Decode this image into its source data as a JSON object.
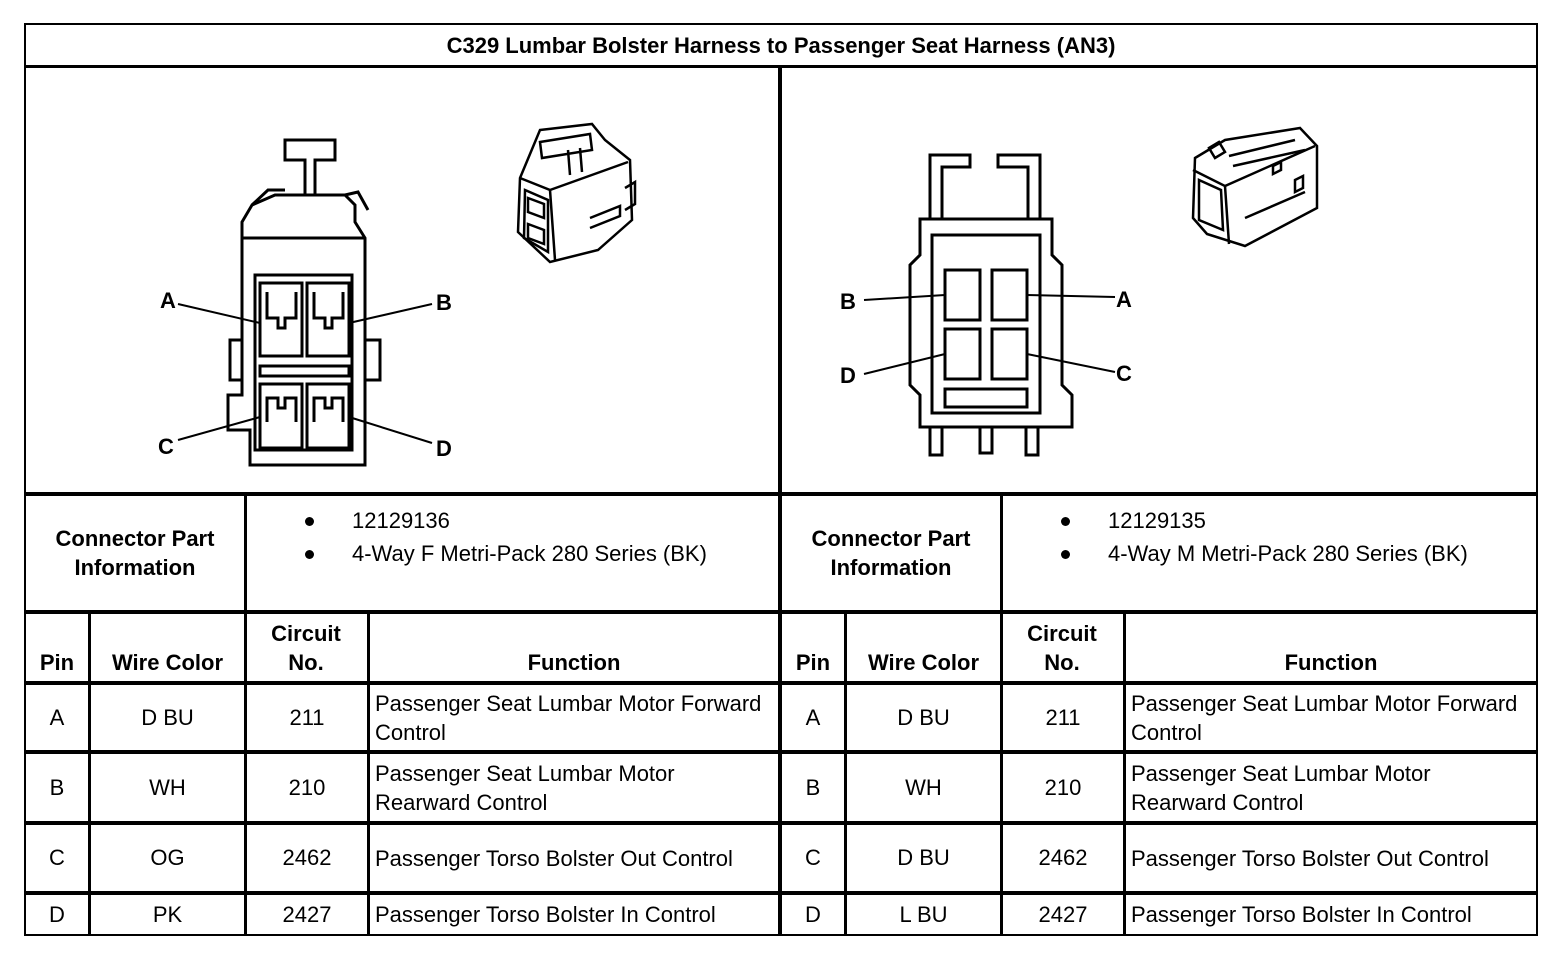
{
  "title": "C329 Lumbar Bolster Harness to Passenger Seat Harness (AN3)",
  "left_connector": {
    "pin_labels": [
      "A",
      "B",
      "C",
      "D"
    ],
    "info_label": "Connector Part Information",
    "info_items": [
      "12129136",
      "4-Way F Metri-Pack 280 Series (BK)"
    ],
    "headers": {
      "pin": "Pin",
      "wire_color": "Wire Color",
      "circuit": "Circuit No.",
      "function": "Function"
    },
    "rows": [
      {
        "pin": "A",
        "wire": "D BU",
        "circuit": "211",
        "function": "Passenger Seat Lumbar Motor Forward Control"
      },
      {
        "pin": "B",
        "wire": "WH",
        "circuit": "210",
        "function": "Passenger Seat Lumbar Motor Rearward Control"
      },
      {
        "pin": "C",
        "wire": "OG",
        "circuit": "2462",
        "function": "Passenger Torso Bolster Out Control"
      },
      {
        "pin": "D",
        "wire": "PK",
        "circuit": "2427",
        "function": "Passenger Torso Bolster In Control"
      }
    ]
  },
  "right_connector": {
    "pin_labels": [
      "A",
      "B",
      "C",
      "D"
    ],
    "info_label": "Connector Part Information",
    "info_items": [
      "12129135",
      "4-Way M Metri-Pack 280 Series (BK)"
    ],
    "headers": {
      "pin": "Pin",
      "wire_color": "Wire Color",
      "circuit": "Circuit No.",
      "function": "Function"
    },
    "rows": [
      {
        "pin": "A",
        "wire": "D BU",
        "circuit": "211",
        "function": "Passenger Seat Lumbar Motor Forward Control"
      },
      {
        "pin": "B",
        "wire": "WH",
        "circuit": "210",
        "function": "Passenger Seat Lumbar Motor Rearward Control"
      },
      {
        "pin": "C",
        "wire": "D BU",
        "circuit": "2462",
        "function": "Passenger Torso Bolster Out Control"
      },
      {
        "pin": "D",
        "wire": "L BU",
        "circuit": "2427",
        "function": "Passenger Torso Bolster In Control"
      }
    ]
  }
}
